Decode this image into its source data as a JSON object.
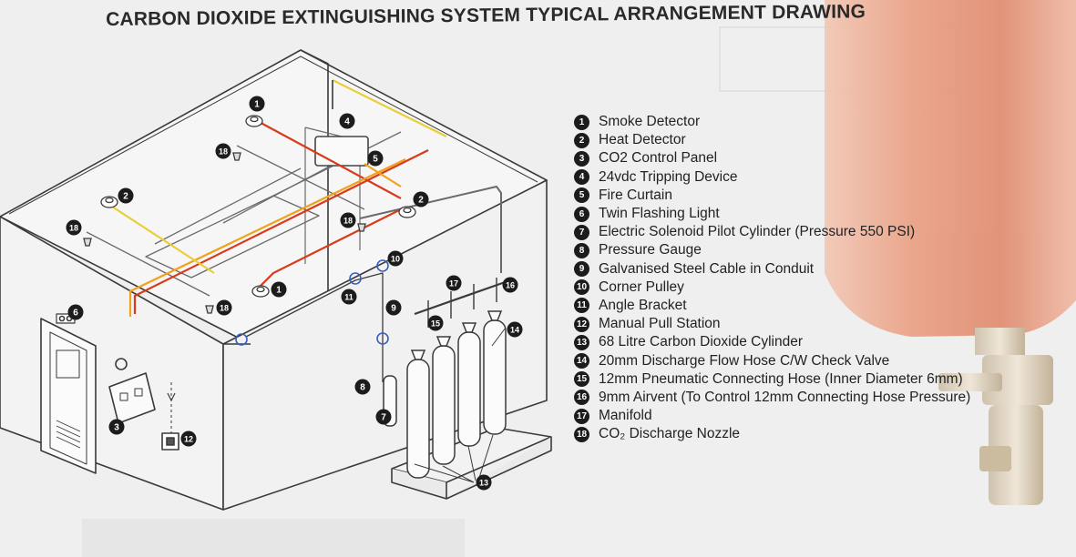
{
  "title": "CARBON DIOXIDE EXTINGUISHING SYSTEM TYPICAL ARRANGEMENT DRAWING",
  "legend": [
    {
      "num": "1",
      "label": "Smoke Detector"
    },
    {
      "num": "2",
      "label": "Heat Detector"
    },
    {
      "num": "3",
      "label": "CO2 Control Panel"
    },
    {
      "num": "4",
      "label": "24vdc Tripping Device"
    },
    {
      "num": "5",
      "label": "Fire Curtain"
    },
    {
      "num": "6",
      "label": "Twin Flashing Light"
    },
    {
      "num": "7",
      "label": "Electric Solenoid Pilot Cylinder (Pressure 550 PSI)"
    },
    {
      "num": "8",
      "label": "Pressure Gauge"
    },
    {
      "num": "9",
      "label": "Galvanised Steel Cable in Conduit"
    },
    {
      "num": "10",
      "label": "Corner Pulley"
    },
    {
      "num": "11",
      "label": "Angle Bracket"
    },
    {
      "num": "12",
      "label": "Manual Pull Station"
    },
    {
      "num": "13",
      "label": "68 Litre Carbon Dioxide Cylinder"
    },
    {
      "num": "14",
      "label": "20mm Discharge Flow Hose C/W Check Valve"
    },
    {
      "num": "15",
      "label": "12mm Pneumatic Connecting Hose (Inner Diameter 6mm)"
    },
    {
      "num": "16",
      "label": "9mm Airvent (To Control 12mm Connecting Hose Pressure)"
    },
    {
      "num": "17",
      "label": "Manifold"
    },
    {
      "num": "18",
      "label": "CO₂ Discharge Nozzle"
    }
  ],
  "callouts": [
    {
      "num": "1"
    },
    {
      "num": "4"
    },
    {
      "num": "18"
    },
    {
      "num": "5"
    },
    {
      "num": "2"
    },
    {
      "num": "2"
    },
    {
      "num": "18"
    },
    {
      "num": "18"
    },
    {
      "num": "10"
    },
    {
      "num": "1"
    },
    {
      "num": "11"
    },
    {
      "num": "9"
    },
    {
      "num": "17"
    },
    {
      "num": "16"
    },
    {
      "num": "15"
    },
    {
      "num": "14"
    },
    {
      "num": "18"
    },
    {
      "num": "6"
    },
    {
      "num": "8"
    },
    {
      "num": "7"
    },
    {
      "num": "3"
    },
    {
      "num": "12"
    },
    {
      "num": "13"
    }
  ],
  "colors": {
    "background": "#efefef",
    "cylinder": "#e9a186",
    "red_wire": "#d83a1c",
    "orange_wire": "#f0a21a",
    "yellow_wire": "#e8cf38",
    "blue_pulley": "#3a5fb8",
    "line": "#3a3a3a"
  },
  "icons": [
    "smoke-detector-icon",
    "heat-detector-icon",
    "discharge-nozzle-icon",
    "co2-cylinder-icon",
    "control-panel-icon",
    "flashing-light-icon",
    "manual-pull-station-icon",
    "door-icon"
  ]
}
